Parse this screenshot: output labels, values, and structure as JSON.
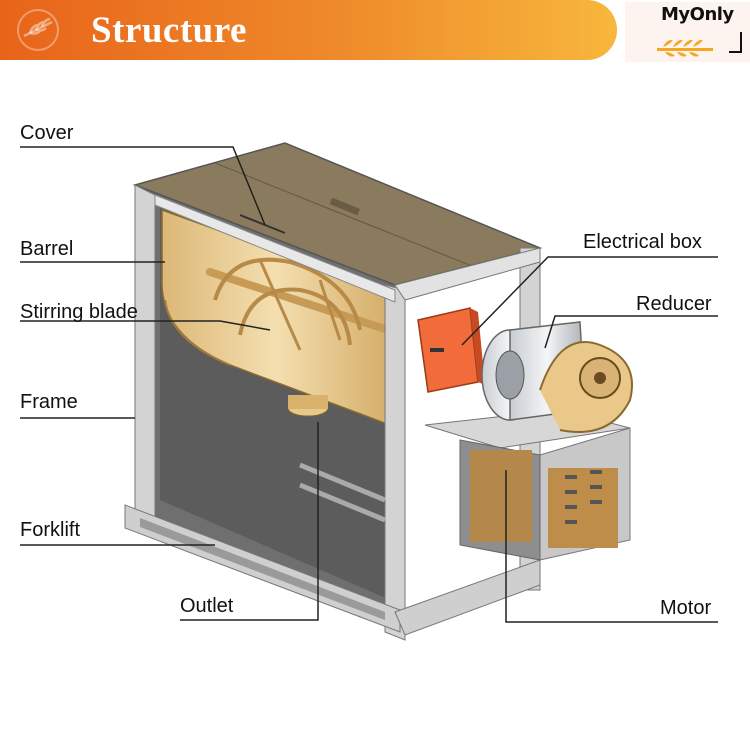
{
  "header": {
    "title": "Structure",
    "banner_color_start": "#e8641a",
    "banner_color_end": "#f7b73c"
  },
  "logo": {
    "brand": "MyOnly",
    "accent_color": "#f5a623"
  },
  "labels": {
    "cover": "Cover",
    "barrel": "Barrel",
    "stirring_blade": "Stirring blade",
    "frame": "Frame",
    "forklift": "Forklift",
    "outlet": "Outlet",
    "electrical_box": "Electrical box",
    "reducer": "Reducer",
    "motor": "Motor"
  }
}
